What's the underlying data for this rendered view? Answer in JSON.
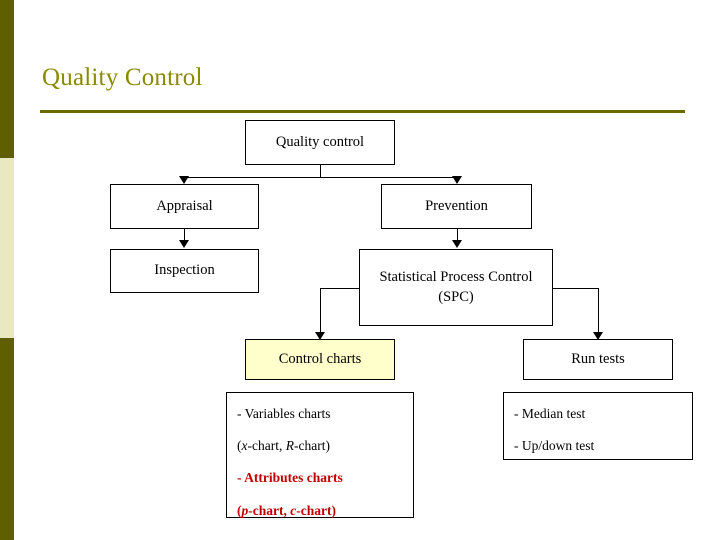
{
  "slide": {
    "title": "Quality Control",
    "accent_color": "#8a8a00",
    "rule_color": "#6b6b00",
    "sidebar_dark_color": "#5d5f00",
    "sidebar_pale_color": "#e9e8c0"
  },
  "diagram": {
    "type": "flowchart",
    "nodes": {
      "root": {
        "label": "Quality control"
      },
      "appraisal": {
        "label": "Appraisal"
      },
      "prevention": {
        "label": "Prevention"
      },
      "inspection": {
        "label": "Inspection"
      },
      "spc": {
        "label": "Statistical Process Control (SPC)"
      },
      "control_charts": {
        "label": "Control charts",
        "fill": "#ffffcc"
      },
      "run_tests": {
        "label": "Run tests"
      },
      "control_charts_detail": {
        "lines": [
          "- Variables charts",
          "(x-chart, R-chart)",
          "- Attributes charts",
          "(p-chart, c-chart)"
        ]
      },
      "run_tests_detail": {
        "lines": [
          "- Median test",
          "- Up/down test"
        ]
      }
    }
  }
}
